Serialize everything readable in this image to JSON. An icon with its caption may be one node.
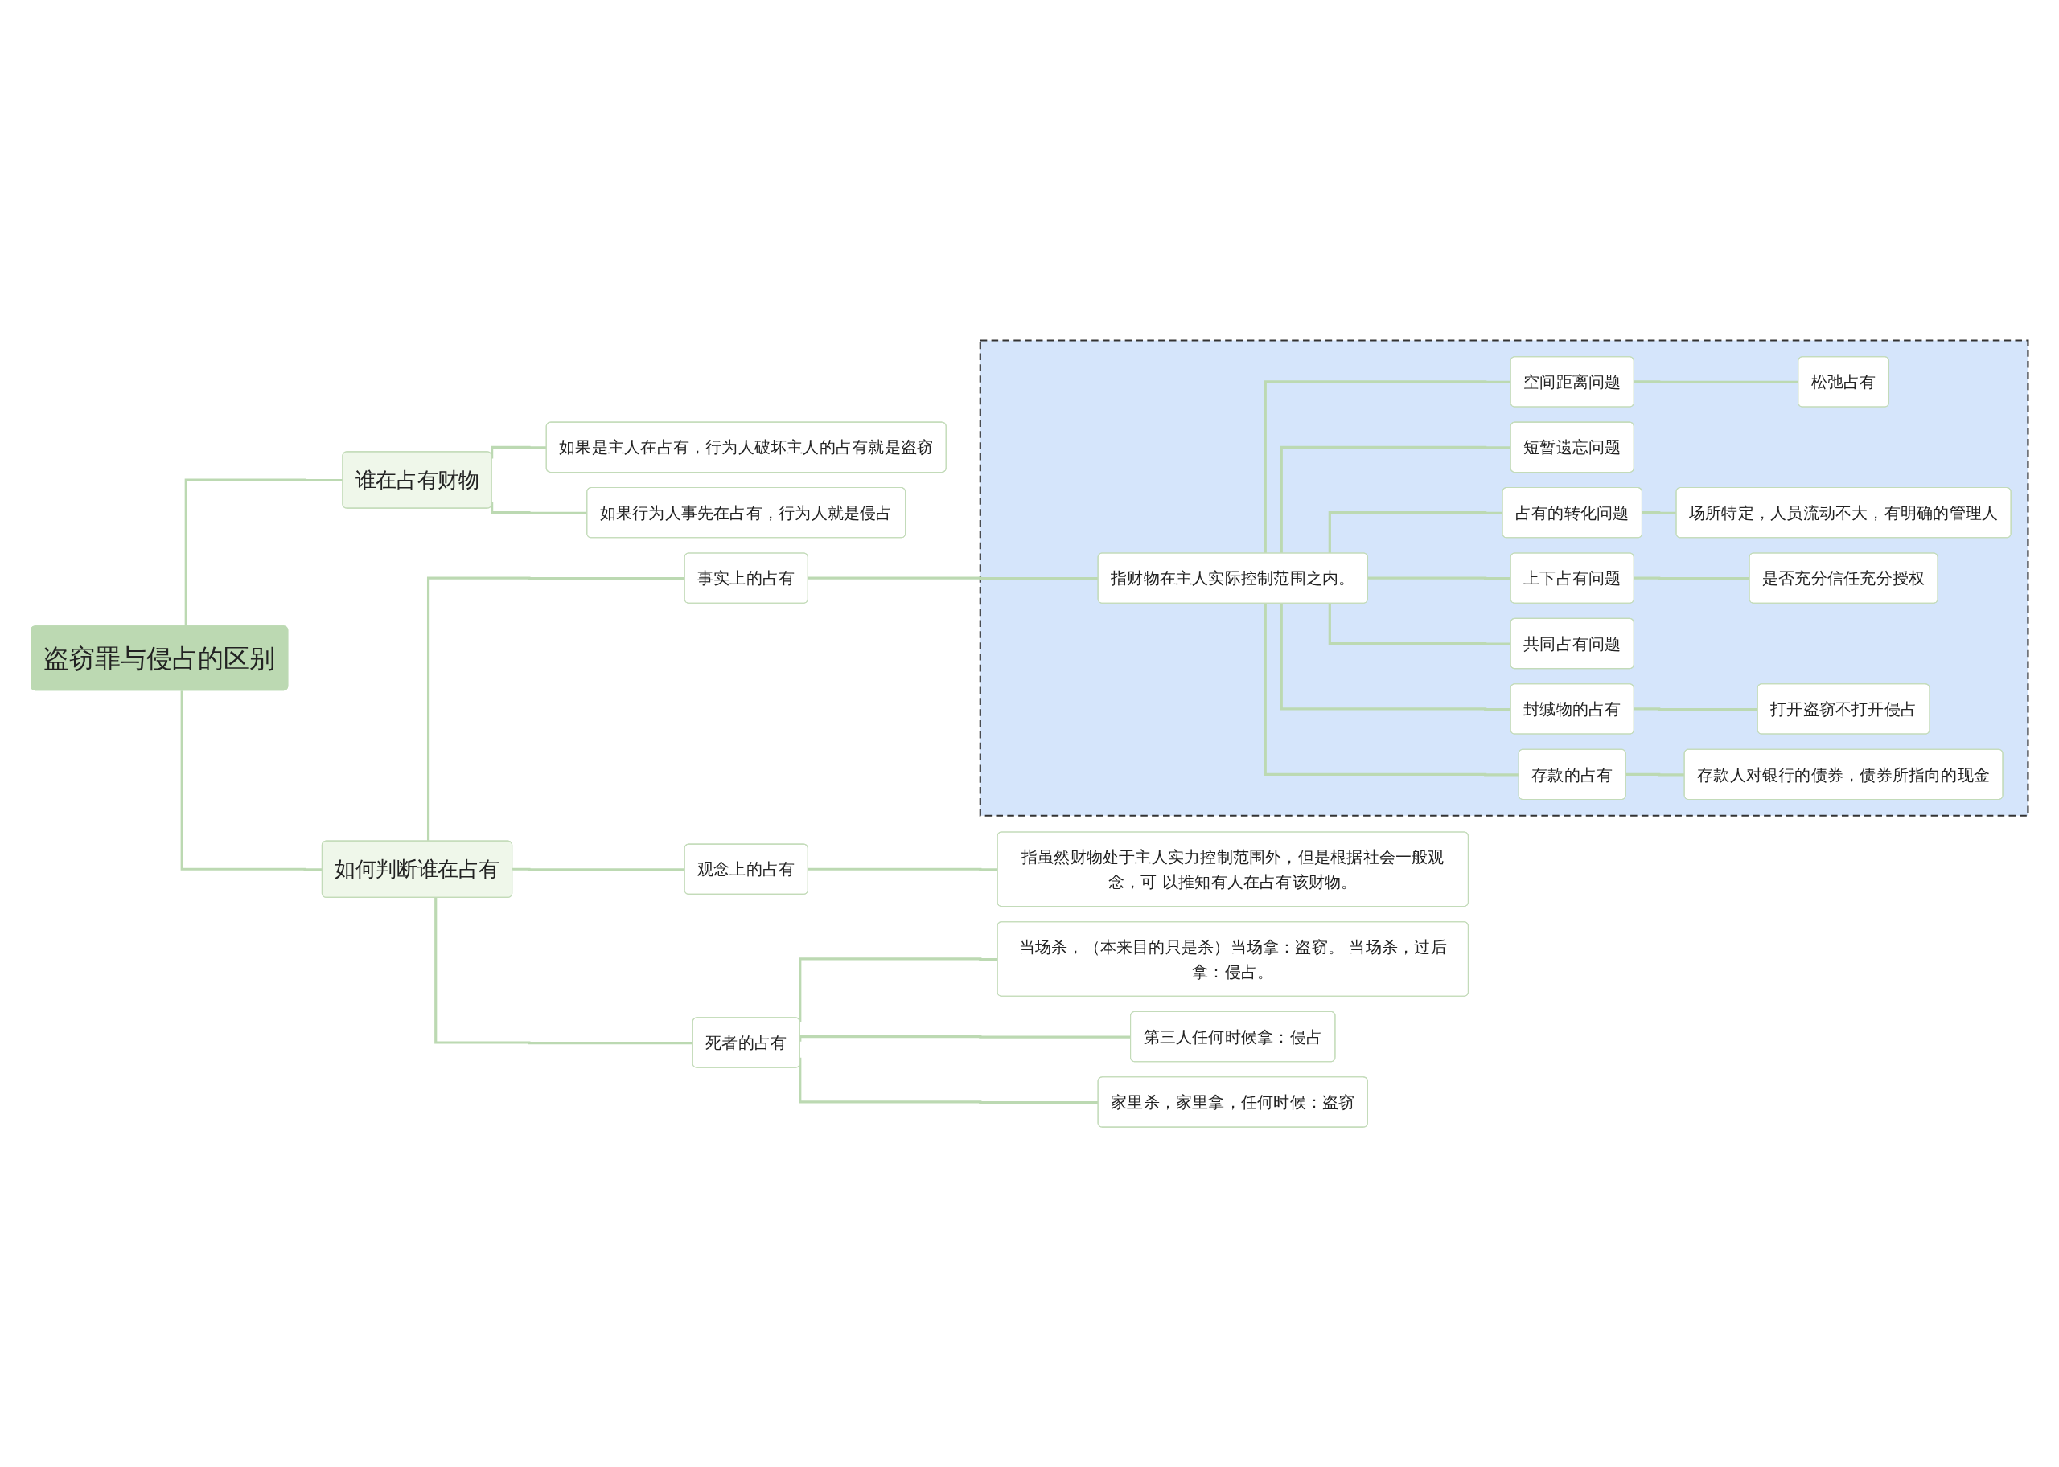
{
  "diagram": {
    "nodes": [
      {
        "text": [
          "盗窃罪与侵占的区别"
        ]
      },
      {
        "text": [
          "谁在占有财物"
        ]
      },
      {
        "text": [
          "如果是主人在占有，行为人破坏主人的占有就是盗窃"
        ]
      },
      {
        "text": [
          "如果行为人事先在占有，行为人就是侵占"
        ]
      },
      {
        "text": [
          "如何判断谁在占有"
        ]
      },
      {
        "text": [
          "事实上的占有"
        ]
      },
      {
        "text": [],
        "shape": "box"
      },
      {
        "text": [
          "指财物在主人实际控制范围之内。"
        ],
        "in": 6
      },
      {
        "text": [
          "空间距离问题"
        ],
        "in": 6
      },
      {
        "text": [
          "松弛占有"
        ],
        "in": 6
      },
      {
        "text": [
          "短暂遗忘问题"
        ],
        "in": 6
      },
      {
        "text": [
          "占有的转化问题"
        ],
        "in": 6
      },
      {
        "text": [
          "场所特定，人员流动不大，有明确的管理人"
        ],
        "in": 6
      },
      {
        "text": [
          "上下占有问题"
        ],
        "in": 6
      },
      {
        "text": [
          "是否充分信任充分授权"
        ],
        "in": 6
      },
      {
        "text": [
          "共同占有问题"
        ],
        "in": 6
      },
      {
        "text": [
          "封缄物的占有"
        ],
        "in": 6
      },
      {
        "text": [
          "打开盗窃不打开侵占"
        ],
        "in": 6
      },
      {
        "text": [
          "存款的占有"
        ],
        "in": 6
      },
      {
        "text": [
          "存款人对银行的债券，债券所指向的现金"
        ],
        "in": 6
      },
      {
        "text": [
          "观念上的占有"
        ]
      },
      {
        "text": [
          "指虽然财物处于主人实力控制范围外，但是根据社会一般观念，可 以推知有人在占有该财物。"
        ]
      },
      {
        "text": [
          "死者的占有"
        ]
      },
      {
        "text": [
          "当场杀，（本来目的只是杀）当场拿：盗窃。 当场杀，过后拿：侵占。"
        ]
      },
      {
        "text": [
          "第三人任何时候拿：侵占"
        ]
      },
      {
        "text": [
          "家里杀，家里拿，任何时候：盗窃"
        ]
      }
    ],
    "edges": [
      {
        "from": 0,
        "to": 1,
        "arrow": "none"
      },
      {
        "from": 1,
        "to": 2,
        "arrow": "none"
      },
      {
        "from": 1,
        "to": 3,
        "arrow": "none"
      },
      {
        "from": 0,
        "to": 4,
        "arrow": "none"
      },
      {
        "from": 4,
        "to": 5,
        "arrow": "none"
      },
      {
        "from": 5,
        "to": 7,
        "arrow": "none"
      },
      {
        "from": 7,
        "to": 8,
        "arrow": "none"
      },
      {
        "from": 8,
        "to": 9,
        "arrow": "none"
      },
      {
        "from": 7,
        "to": 10,
        "arrow": "none"
      },
      {
        "from": 7,
        "to": 11,
        "arrow": "none"
      },
      {
        "from": 11,
        "to": 12,
        "arrow": "none"
      },
      {
        "from": 7,
        "to": 13,
        "arrow": "none"
      },
      {
        "from": 13,
        "to": 14,
        "arrow": "none"
      },
      {
        "from": 7,
        "to": 15,
        "arrow": "none"
      },
      {
        "from": 7,
        "to": 16,
        "arrow": "none"
      },
      {
        "from": 16,
        "to": 17,
        "arrow": "none"
      },
      {
        "from": 7,
        "to": 18,
        "arrow": "none"
      },
      {
        "from": 18,
        "to": 19,
        "arrow": "none"
      },
      {
        "from": 4,
        "to": 20,
        "arrow": "none"
      },
      {
        "from": 20,
        "to": 21,
        "arrow": "none"
      },
      {
        "from": 4,
        "to": 22,
        "arrow": "none"
      },
      {
        "from": 22,
        "to": 23,
        "arrow": "none"
      },
      {
        "from": 22,
        "to": 24,
        "arrow": "none"
      },
      {
        "from": 22,
        "to": 25,
        "arrow": "none"
      }
    ]
  }
}
